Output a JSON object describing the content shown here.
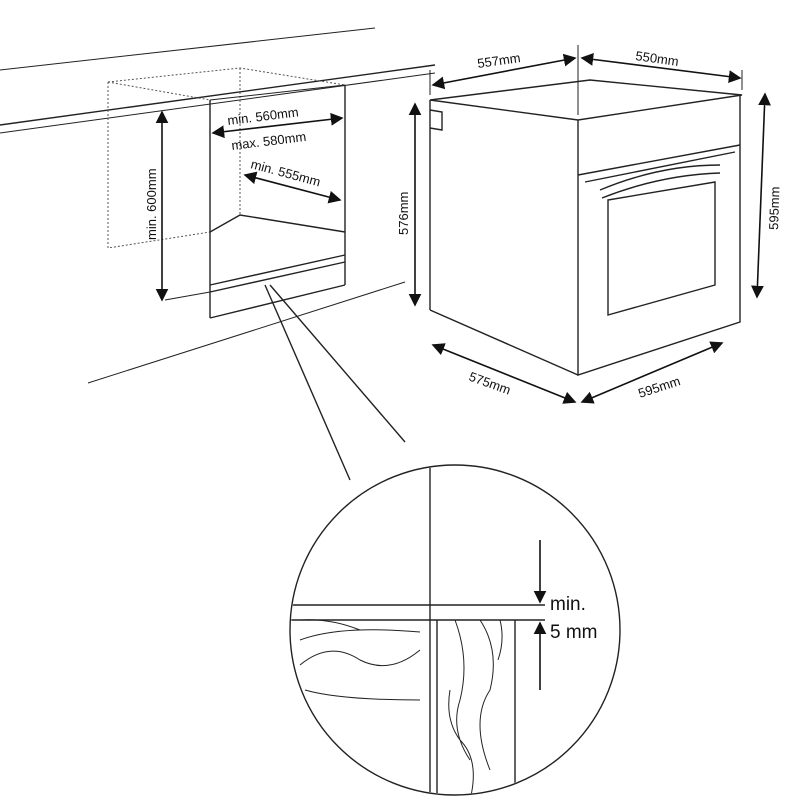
{
  "diagram": {
    "title": "Built-in oven installation dimensions",
    "niche": {
      "width_min": "min. 560mm",
      "width_max": "max. 580mm",
      "depth_min": "min. 555mm",
      "height_min": "min. 600mm"
    },
    "oven": {
      "top_depth": "557mm",
      "top_width": "550mm",
      "body_height": "576mm",
      "front_height": "595mm",
      "bottom_depth": "575mm",
      "bottom_width": "595mm"
    },
    "detail": {
      "gap_label_1": "min.",
      "gap_label_2": "5 mm"
    }
  }
}
